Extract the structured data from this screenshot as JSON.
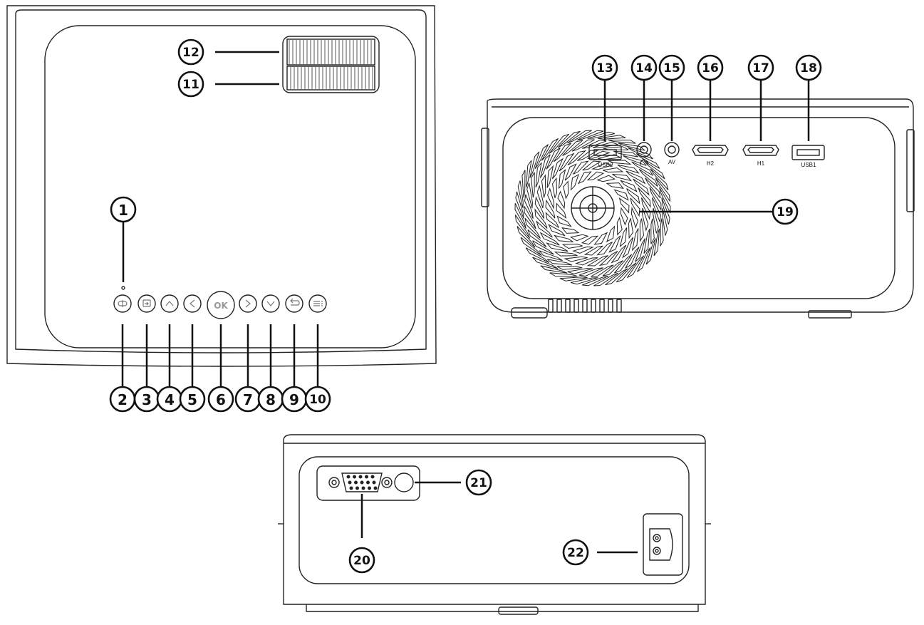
{
  "callouts": [
    {
      "id": "callout-1",
      "text": "1"
    },
    {
      "id": "callout-2",
      "text": "2"
    },
    {
      "id": "callout-3",
      "text": "3"
    },
    {
      "id": "callout-4",
      "text": "4"
    },
    {
      "id": "callout-5",
      "text": "5"
    },
    {
      "id": "callout-6",
      "text": "6"
    },
    {
      "id": "callout-7",
      "text": "7"
    },
    {
      "id": "callout-8",
      "text": "8"
    },
    {
      "id": "callout-9",
      "text": "9"
    },
    {
      "id": "callout-10",
      "text": "10"
    },
    {
      "id": "callout-11",
      "text": "11"
    },
    {
      "id": "callout-12",
      "text": "12"
    },
    {
      "id": "callout-13",
      "text": "13"
    },
    {
      "id": "callout-14",
      "text": "14"
    },
    {
      "id": "callout-15",
      "text": "15"
    },
    {
      "id": "callout-16",
      "text": "16"
    },
    {
      "id": "callout-17",
      "text": "17"
    },
    {
      "id": "callout-18",
      "text": "18"
    },
    {
      "id": "callout-19",
      "text": "19"
    },
    {
      "id": "callout-20",
      "text": "20"
    },
    {
      "id": "callout-21",
      "text": "21"
    },
    {
      "id": "callout-22",
      "text": "22"
    }
  ],
  "top_view": {
    "ok_button_label": "OK"
  },
  "side_view": {
    "port_labels": {
      "usb2": "USB2",
      "av": "AV",
      "h2": "H2",
      "h1": "H1",
      "usb1": "USB1"
    }
  }
}
